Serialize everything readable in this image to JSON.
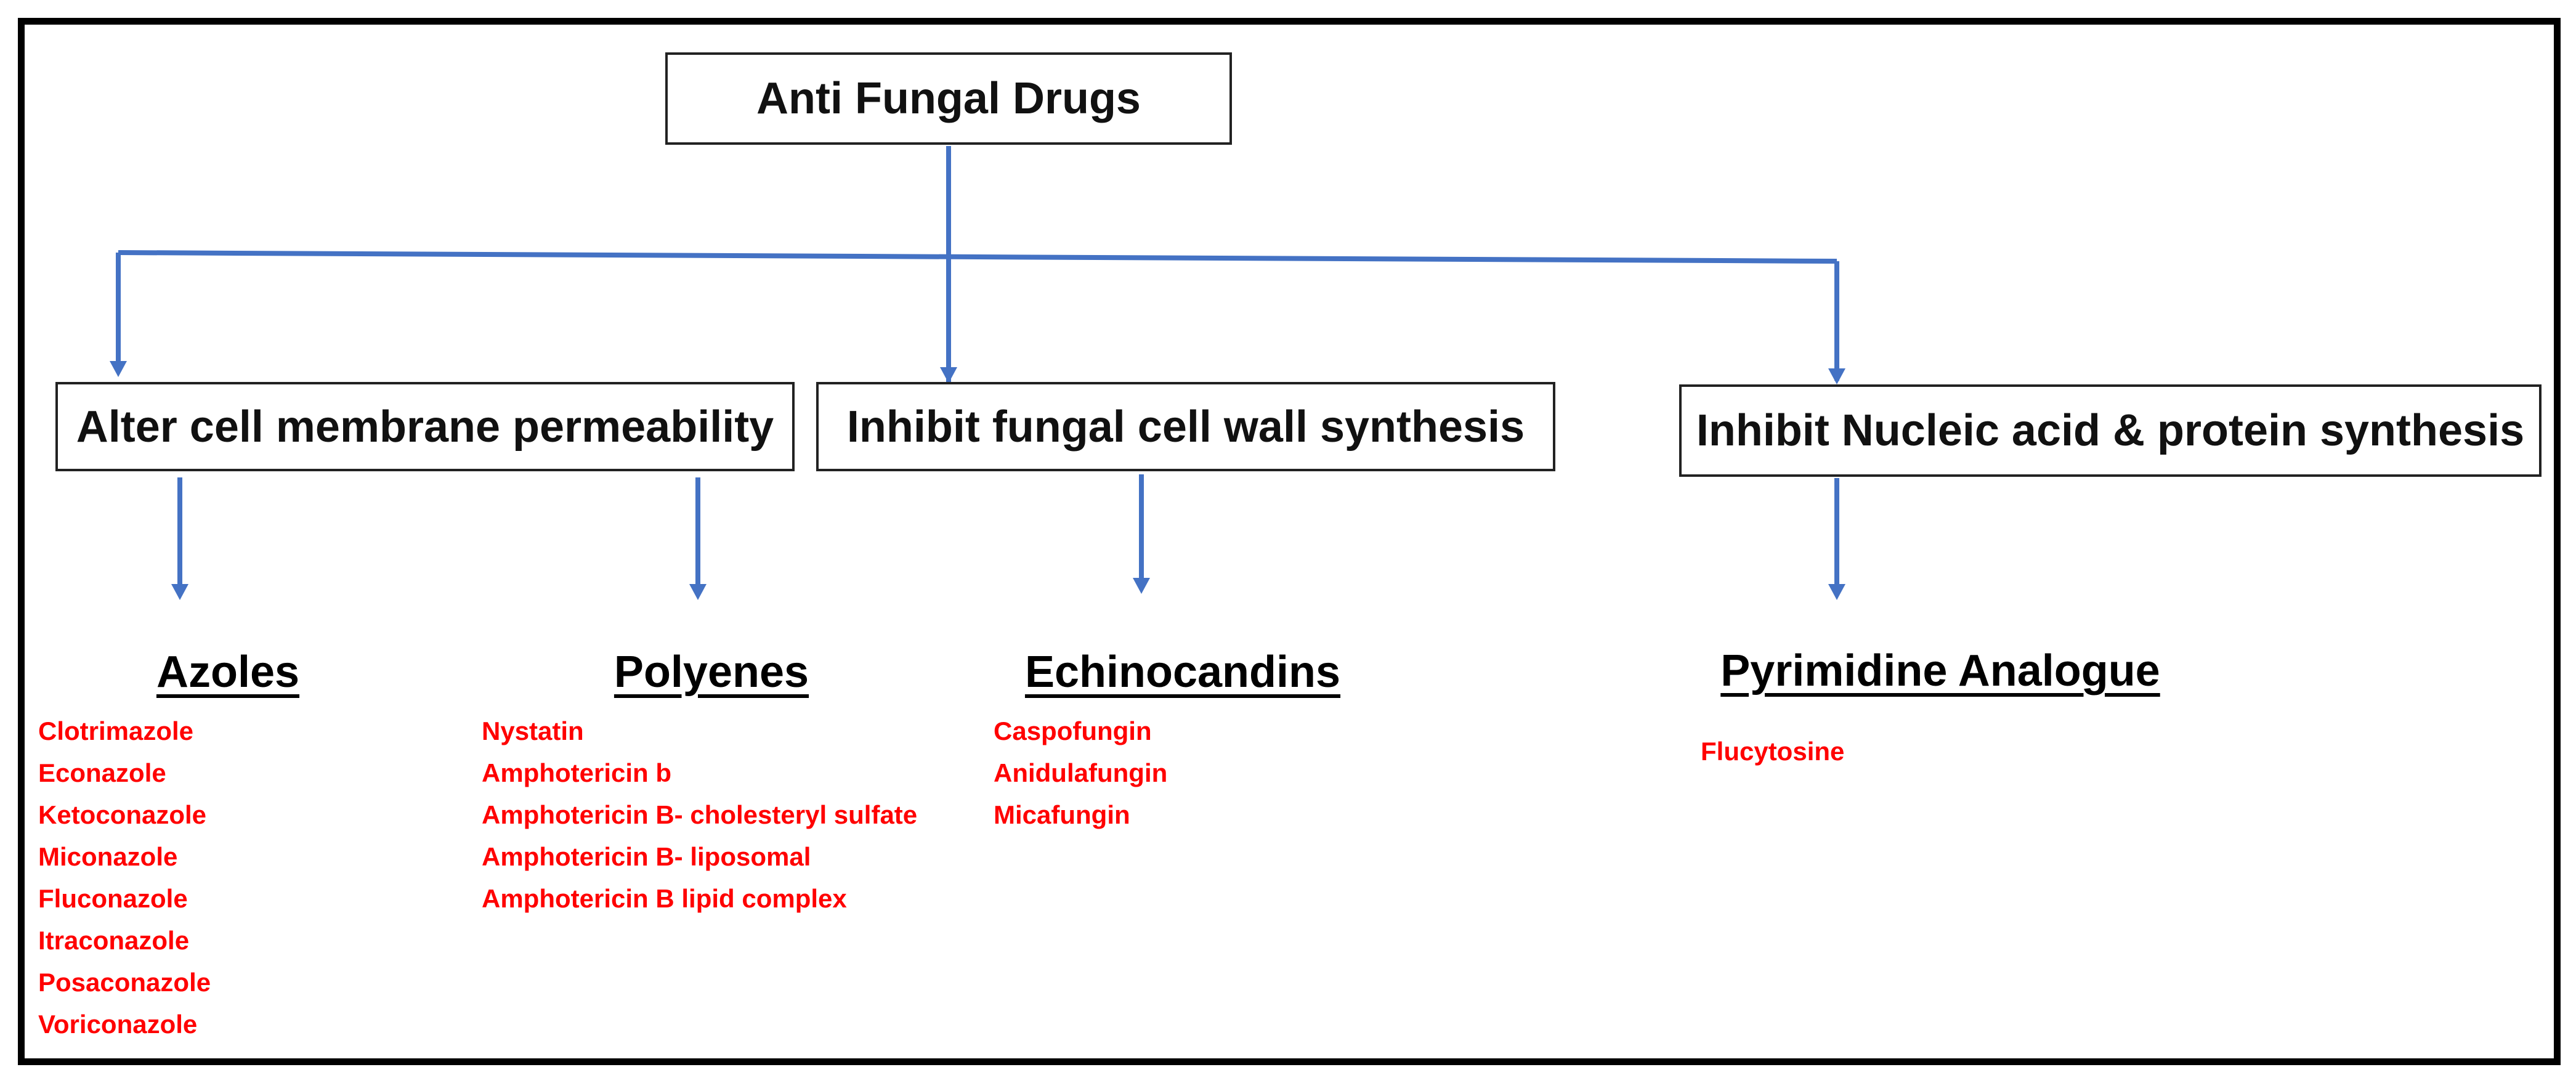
{
  "root": {
    "label": "Anti Fungal Drugs"
  },
  "categories": [
    {
      "label": "Alter cell membrane permeability",
      "groups": [
        {
          "heading": "Azoles",
          "drugs": [
            "Clotrimazole",
            "Econazole",
            "Ketoconazole",
            "Miconazole",
            "Fluconazole",
            "Itraconazole",
            "Posaconazole",
            "Voriconazole"
          ]
        },
        {
          "heading": "Polyenes",
          "drugs": [
            "Nystatin",
            "Amphotericin b",
            "Amphotericin B- cholesteryl sulfate",
            "Amphotericin B- liposomal",
            "Amphotericin B lipid complex"
          ]
        }
      ]
    },
    {
      "label": "Inhibit fungal cell wall synthesis",
      "groups": [
        {
          "heading": "Echinocandins",
          "drugs": [
            "Caspofungin",
            "Anidulafungin",
            "Micafungin"
          ]
        }
      ]
    },
    {
      "label": "Inhibit Nucleic acid & protein synthesis",
      "groups": [
        {
          "heading": "Pyrimidine Analogue",
          "drugs": [
            "Flucytosine"
          ]
        }
      ]
    }
  ],
  "colors": {
    "connector": "#4472C4",
    "drug_text": "#FF0000",
    "box_border": "#222222",
    "frame": "#000000"
  }
}
